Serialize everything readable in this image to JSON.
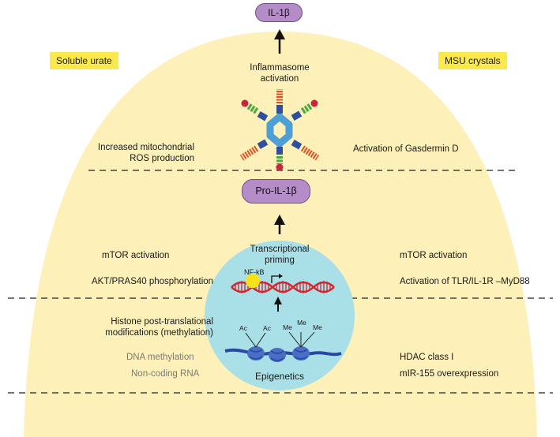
{
  "colors": {
    "cell_fill": "#fdf0b8",
    "nucleus_fill": "#a9dfe6",
    "tag_fill": "#fbe94b",
    "pill_fill": "#b48cc7",
    "dna_color": "#d3262e",
    "nfkb_color": "#f7e21a",
    "chromatin_color": "#2948a6"
  },
  "tags": {
    "left": "Soluble urate",
    "right": "MSU crystals"
  },
  "products": {
    "top": "IL-1β",
    "middle": "Pro-IL-1β"
  },
  "center": {
    "inflammasome": "Inflammasome\nactivation",
    "transcription": "Transcriptional\npriming",
    "nfkb": "NF-kB",
    "epigenetics": "Epigenetics",
    "marks": [
      "Ac",
      "Ac",
      "Me",
      "Me",
      "Me"
    ]
  },
  "left": {
    "ros": "Increased mitochondrial\nROS production",
    "mtor": "mTOR activation",
    "akt": "AKT/PRAS40 phosphorylation",
    "histone": "Histone post-translational\nmodifications (methylation)",
    "dna_methylation": "DNA methylation",
    "noncoding": "Non-coding RNA"
  },
  "right": {
    "gasdermin": "Activation of Gasdermin D",
    "mtor": "mTOR activation",
    "tlr": "Activation of TLR/IL-1R –MyD88",
    "hdac": "HDAC class I",
    "mir": "mIR-155 overexpression"
  },
  "icons": [
    "up-arrow-icon",
    "inflammasome-icon",
    "dna-icon",
    "nfkb-icon",
    "transcription-start-icon",
    "chromatin-icon",
    "nucleosome-icon"
  ]
}
